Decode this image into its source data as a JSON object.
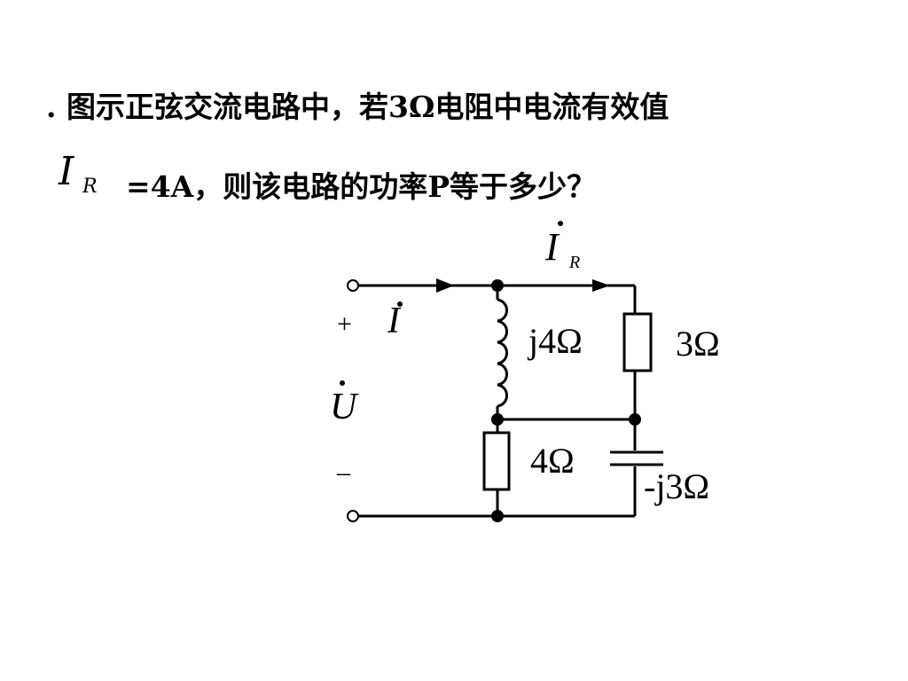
{
  "question": {
    "line1": ". 图示正弦交流电路中，若3Ω电阻中电流有效值",
    "line2": "=4A，则该电路的功率P等于多少？",
    "ir_symbol": "I",
    "ir_subscript": "R"
  },
  "circuit": {
    "phasor_ir": "I",
    "phasor_ir_sub": "R",
    "phasor_i": "I",
    "phasor_u": "U",
    "plus_sign": "+",
    "minus_sign": "–",
    "inductor_label": "j4Ω",
    "r3_label": "3Ω",
    "r4_label": "4Ω",
    "capacitor_label": "-j3Ω"
  }
}
